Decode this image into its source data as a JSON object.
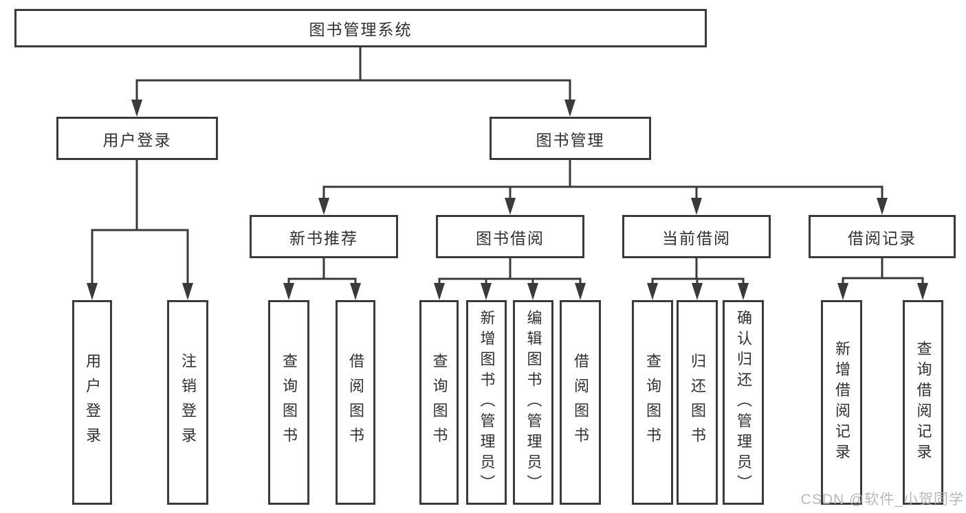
{
  "nodes": {
    "root": "图书管理系统",
    "level2": [
      "用户登录",
      "图书管理"
    ],
    "level3": [
      "新书推荐",
      "图书借阅",
      "当前借阅",
      "借阅记录"
    ],
    "leaves": [
      "用户登录",
      "注销登录",
      "查询图书",
      "借阅图书",
      "查询图书",
      "新增图书（管理员）",
      "编辑图书（管理员）",
      "借阅图书",
      "查询图书",
      "归还图书",
      "确认归还（管理员）",
      "新增借阅记录",
      "查询借阅记录"
    ]
  },
  "hierarchy": {
    "图书管理系统": {
      "用户登录": [
        "用户登录",
        "注销登录"
      ],
      "图书管理": {
        "新书推荐": [
          "查询图书",
          "借阅图书"
        ],
        "图书借阅": [
          "查询图书",
          "新增图书（管理员）",
          "编辑图书（管理员）",
          "借阅图书"
        ],
        "当前借阅": [
          "查询图书",
          "归还图书",
          "确认归还（管理员）"
        ],
        "借阅记录": [
          "新增借阅记录",
          "查询借阅记录"
        ]
      }
    }
  },
  "watermark": "CSDN @软件_小贺同学",
  "colors": {
    "line": "#3a3a3a",
    "text": "#303030",
    "background": "#ffffff",
    "watermark": "#b3b3b3"
  }
}
